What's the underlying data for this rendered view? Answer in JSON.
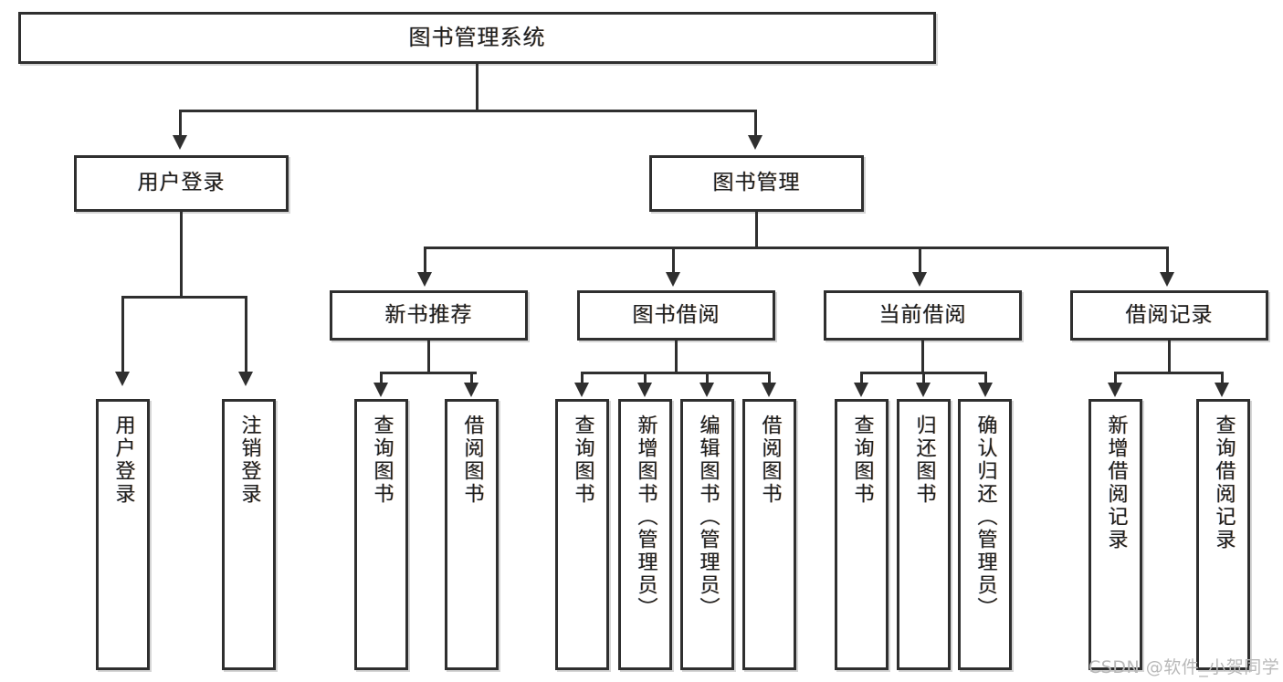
{
  "diagram": {
    "type": "tree-hierarchy",
    "title": "图书管理系统",
    "root": {
      "id": "root",
      "label": "图书管理系统"
    },
    "level2": [
      {
        "id": "user-login",
        "label": "用户登录"
      },
      {
        "id": "book-manage",
        "label": "图书管理"
      }
    ],
    "level3": [
      {
        "id": "new-book-rec",
        "label": "新书推荐",
        "parent": "book-manage"
      },
      {
        "id": "book-borrow",
        "label": "图书借阅",
        "parent": "book-manage"
      },
      {
        "id": "current-borrow",
        "label": "当前借阅",
        "parent": "book-manage"
      },
      {
        "id": "borrow-record",
        "label": "借阅记录",
        "parent": "book-manage"
      }
    ],
    "leaves": [
      {
        "id": "leaf-user-login",
        "label": "用户登录",
        "parent": "user-login"
      },
      {
        "id": "leaf-logout",
        "label": "注销登录",
        "parent": "user-login"
      },
      {
        "id": "leaf-query-book-1",
        "label": "查询图书",
        "parent": "new-book-rec"
      },
      {
        "id": "leaf-borrow-book-1",
        "label": "借阅图书",
        "parent": "new-book-rec"
      },
      {
        "id": "leaf-query-book-2",
        "label": "查询图书",
        "parent": "book-borrow"
      },
      {
        "id": "leaf-add-book",
        "label": "新增图书（管理员）",
        "parent": "book-borrow"
      },
      {
        "id": "leaf-edit-book",
        "label": "编辑图书（管理员）",
        "parent": "book-borrow"
      },
      {
        "id": "leaf-borrow-book-2",
        "label": "借阅图书",
        "parent": "book-borrow"
      },
      {
        "id": "leaf-query-book-3",
        "label": "查询图书",
        "parent": "current-borrow"
      },
      {
        "id": "leaf-return-book",
        "label": "归还图书",
        "parent": "current-borrow"
      },
      {
        "id": "leaf-confirm-return",
        "label": "确认归还（管理员）",
        "parent": "current-borrow"
      },
      {
        "id": "leaf-add-record",
        "label": "新增借阅记录",
        "parent": "borrow-record"
      },
      {
        "id": "leaf-query-record",
        "label": "查询借阅记录",
        "parent": "borrow-record"
      }
    ]
  },
  "watermark": {
    "text": "CSDN @软件_小贺同学"
  },
  "colors": {
    "stroke": "#2f2f2f",
    "background": "#ffffff",
    "text": "#1e1e1e",
    "watermark": "#b9b9b9"
  }
}
